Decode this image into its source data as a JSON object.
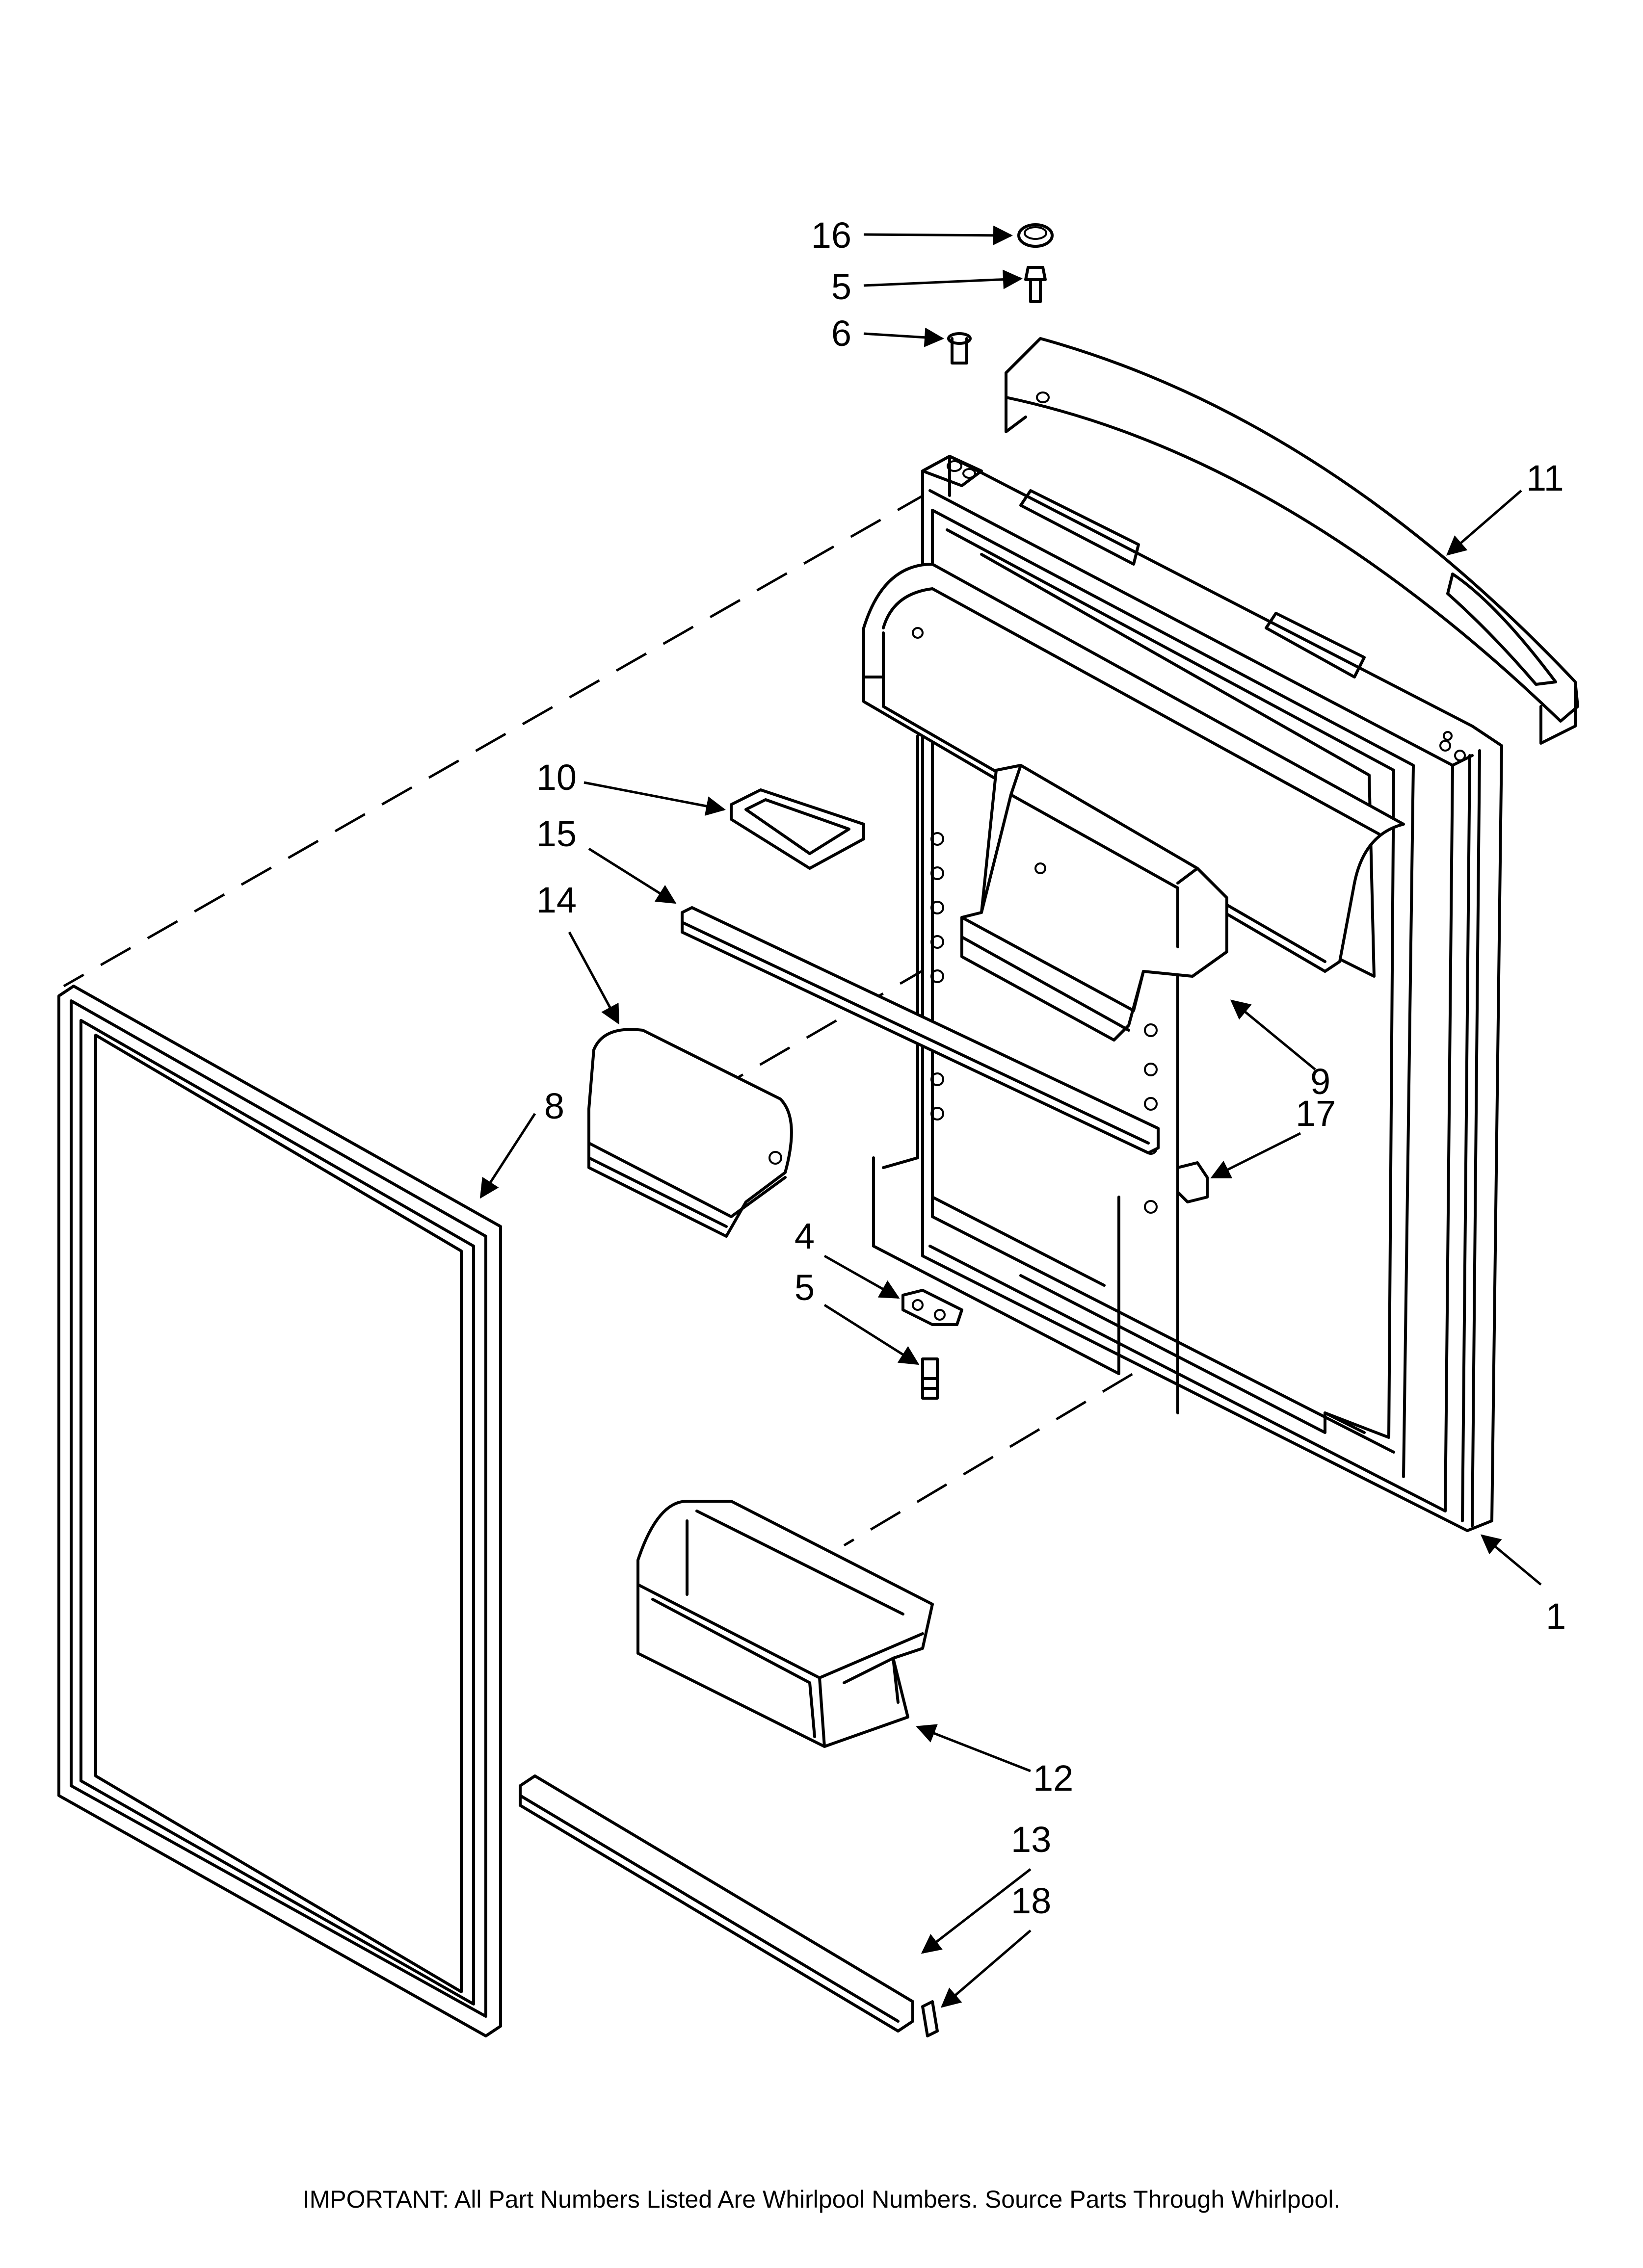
{
  "diagram": {
    "callouts": [
      {
        "id": "16",
        "text": "16"
      },
      {
        "id": "5a",
        "text": "5"
      },
      {
        "id": "6",
        "text": "6"
      },
      {
        "id": "11",
        "text": "11"
      },
      {
        "id": "10",
        "text": "10"
      },
      {
        "id": "15",
        "text": "15"
      },
      {
        "id": "14",
        "text": "14"
      },
      {
        "id": "8",
        "text": "8"
      },
      {
        "id": "9",
        "text": "9"
      },
      {
        "id": "17",
        "text": "17"
      },
      {
        "id": "4",
        "text": "4"
      },
      {
        "id": "5b",
        "text": "5"
      },
      {
        "id": "1",
        "text": "1"
      },
      {
        "id": "12",
        "text": "12"
      },
      {
        "id": "13",
        "text": "13"
      },
      {
        "id": "18",
        "text": "18"
      }
    ],
    "footer_note": "IMPORTANT: All Part Numbers Listed Are Whirlpool Numbers. Source Parts Through Whirlpool."
  },
  "colors": {
    "line": "#000000",
    "background": "#ffffff"
  }
}
